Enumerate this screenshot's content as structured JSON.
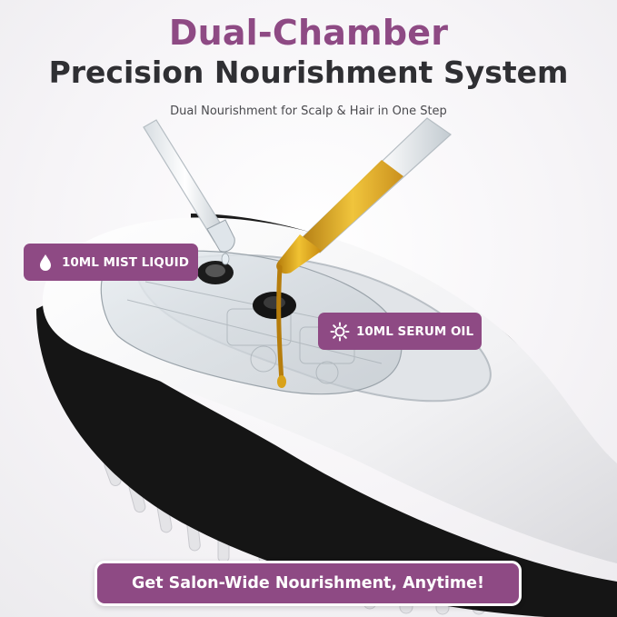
{
  "colors": {
    "accent": "#8e4a84",
    "heading_dark": "#2f2f33",
    "oil": "#d9a21a",
    "brush_black": "#151515"
  },
  "header": {
    "title_line1": "Dual-Chamber",
    "title_line2": "Precision Nourishment System",
    "subtitle": "Dual Nourishment for Scalp & Hair in One Step"
  },
  "labels": {
    "mist": {
      "icon": "droplet-icon",
      "text": "10ML MIST LIQUID"
    },
    "serum": {
      "icon": "sun-icon",
      "text": "10ML SERUM OIL"
    }
  },
  "cta": {
    "text": "Get Salon-Wide Nourishment, Anytime!"
  }
}
